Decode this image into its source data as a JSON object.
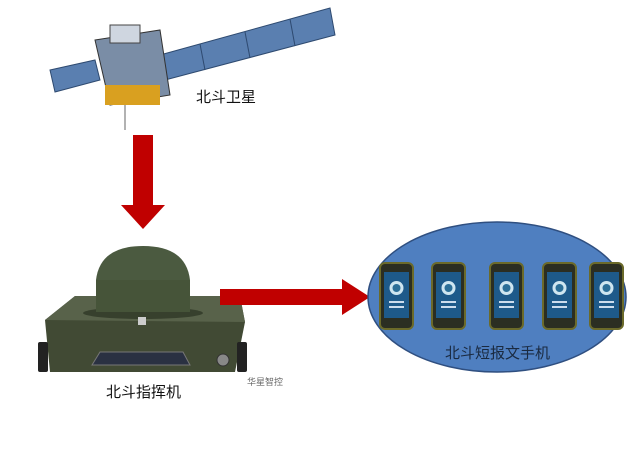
{
  "nodes": {
    "satellite": {
      "label": "北斗卫星"
    },
    "command_unit": {
      "label": "北斗指挥机",
      "watermark": "华星智控"
    },
    "handsets": {
      "label": "北斗短报文手机",
      "count": 5
    }
  },
  "edges": [
    {
      "from": "satellite",
      "to": "command_unit"
    },
    {
      "from": "command_unit",
      "to": "handsets"
    }
  ],
  "colors": {
    "arrow": "#c00000",
    "ellipse_fill": "#4f7fc0",
    "ellipse_border": "#2f4f80",
    "device": "#3f4a33"
  }
}
